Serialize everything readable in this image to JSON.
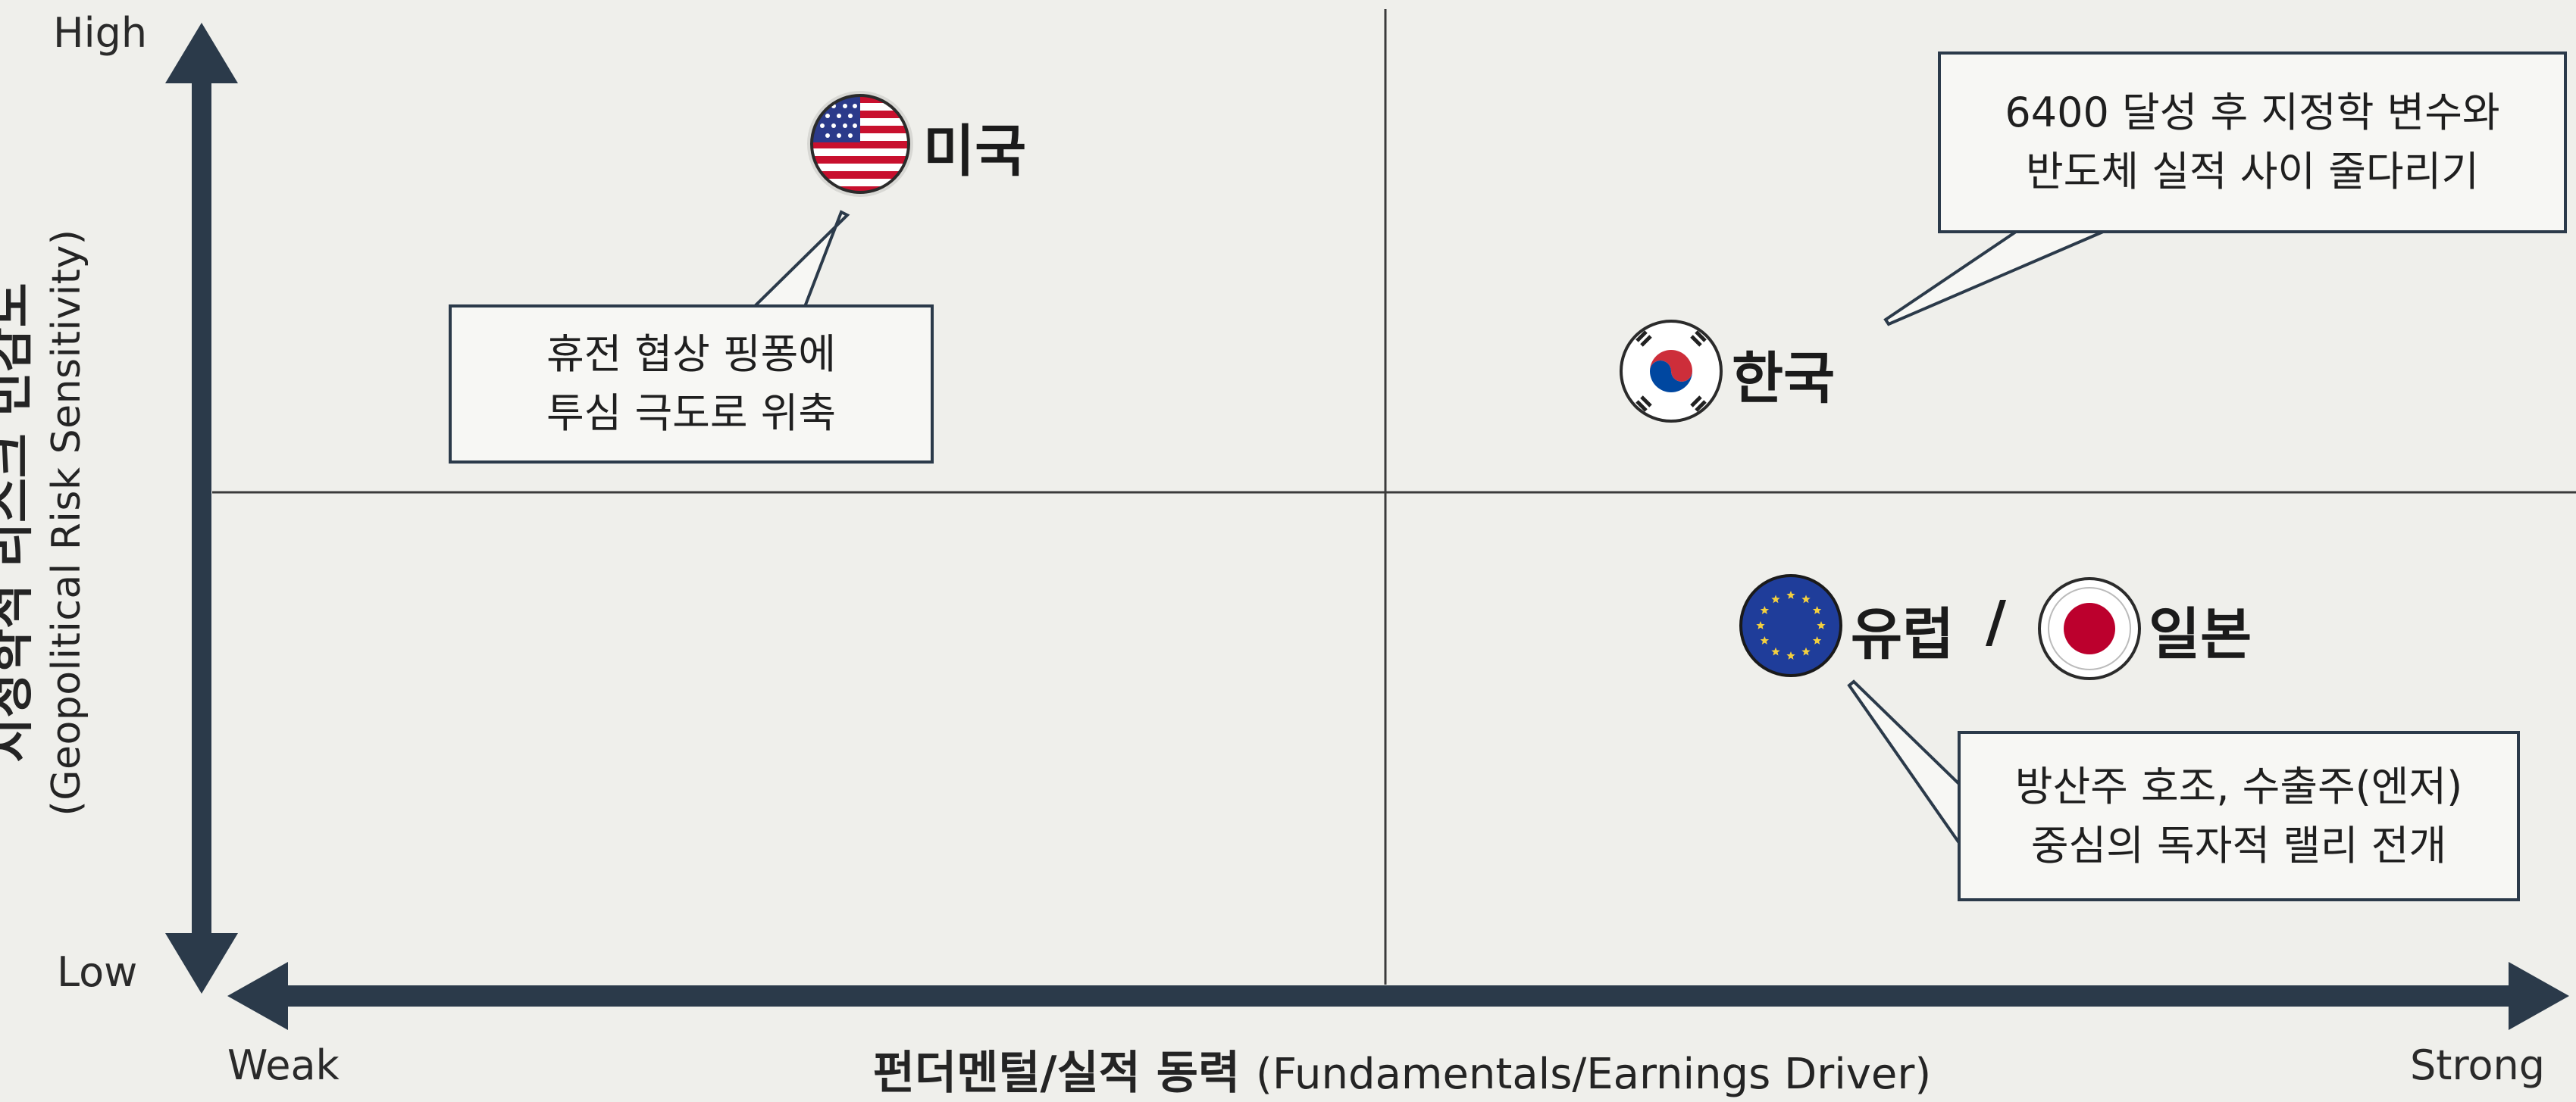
{
  "y_axis": {
    "title": "지정학적 리스크 민감도",
    "subtitle": "(Geopolitical Risk Sensitivity)",
    "high_label": "High",
    "low_label": "Low"
  },
  "x_axis": {
    "title": "펀더멘털/실적 동력",
    "subtitle": "(Fundamentals/Earnings Driver)",
    "weak_label": "Weak",
    "strong_label": "Strong"
  },
  "markers": {
    "us": {
      "label": "미국",
      "icon": "us-flag-icon"
    },
    "korea": {
      "label": "한국",
      "icon": "korea-flag-icon"
    },
    "europe": {
      "label": "유럽",
      "icon": "eu-flag-icon"
    },
    "separator": "/",
    "japan": {
      "label": "일본",
      "icon": "japan-flag-icon"
    }
  },
  "callouts": {
    "us": {
      "line1": "휴전 협상 핑퐁에",
      "line2": "투심 극도로 위축"
    },
    "korea": {
      "line1": "6400 달성 후 지정학 변수와",
      "line2": "반도체 실적 사이 줄다리기"
    },
    "europe_japan": {
      "line1": "방산주 호조, 수출주(엔저)",
      "line2": "중심의 독자적 랠리 전개"
    }
  },
  "colors": {
    "axis": "#2b3a4a",
    "grid": "#3a3a3a",
    "background": "#efefeb",
    "us_red": "#c8102e",
    "us_blue": "#2b3a8a",
    "korea_red": "#cd2e3a",
    "korea_blue": "#0047a0",
    "eu_blue": "#1f3d9a",
    "eu_star": "#f4d03f",
    "japan_red": "#bc002d"
  }
}
